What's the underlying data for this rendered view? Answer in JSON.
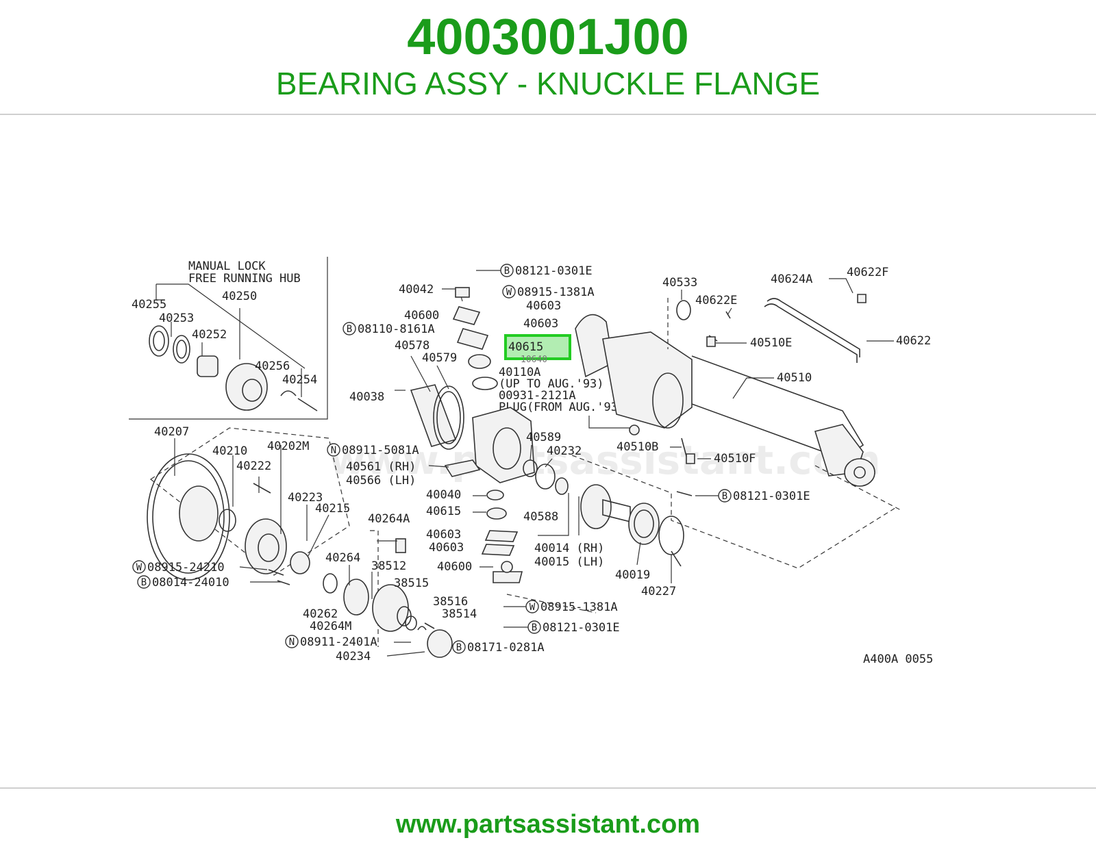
{
  "header": {
    "part_number": "4003001J00",
    "part_name": "BEARING ASSY - KNUCKLE FLANGE"
  },
  "footer": {
    "site_url": "www.partsassistant.com"
  },
  "diagram": {
    "watermark": "www.partsassistant.com",
    "inset": {
      "title_line1": "MANUAL LOCK",
      "title_line2": "FREE RUNNING HUB"
    },
    "diagram_code": "A400A 0055",
    "highlight": {
      "label": "40615",
      "color": "#22cc22"
    },
    "labels": {
      "l40255": "40255",
      "l40253": "40253",
      "l40250": "40250",
      "l40252": "40252",
      "l40256": "40256",
      "l40254": "40254",
      "l40207": "40207",
      "l40210": "40210",
      "l40202M": "40202M",
      "l40222": "40222",
      "l40223": "40223",
      "l40215": "40215",
      "l08915_24210": "08915-24210",
      "l08014_24010": "08014-24010",
      "l40264": "40264",
      "l40262": "40262",
      "l40264M": "40264M",
      "l08911_2401A": "08911-2401A",
      "l40234": "40234",
      "l08171_0281A": "08171-0281A",
      "l38512": "38512",
      "l38515": "38515",
      "l38516": "38516",
      "l38514": "38514",
      "l40264A": "40264A",
      "l08121_0301E_top": "08121-0301E",
      "l40042": "40042",
      "l08915_1381A_top": "08915-1381A",
      "l40600_top": "40600",
      "l40603_a": "40603",
      "l40603_b": "40603",
      "l08110_8161A": "08110-8161A",
      "l40578": "40578",
      "l40579": "40579",
      "l10640": "10640",
      "l40110A": "40110A",
      "l_upto": "(UP TO AUG.'93)",
      "l00931_2121A": "00931-2121A",
      "l_plug": "PLUG(FROM AUG.'93)",
      "l40038": "40038",
      "l08911_5081A": "08911-5081A",
      "l40561": "40561 (RH)",
      "l40566": "40566 (LH)",
      "l40589": "40589",
      "l40232": "40232",
      "l40040": "40040",
      "l40615_b": "40615",
      "l40603_c": "40603",
      "l40603_d": "40603",
      "l40600_b": "40600",
      "l08915_1381A_bot": "08915-1381A",
      "l08121_0301E_bot": "08121-0301E",
      "l40588": "40588",
      "l40014": "40014 (RH)",
      "l40015": "40015 (LH)",
      "l40019": "40019",
      "l40227": "40227",
      "l40533": "40533",
      "l40622E": "40622E",
      "l40624A": "40624A",
      "l40622F": "40622F",
      "l40622": "40622",
      "l40510E": "40510E",
      "l40510": "40510",
      "l40510B": "40510B",
      "l40510F": "40510F",
      "l08121_0301E_right": "08121-0301E"
    }
  }
}
